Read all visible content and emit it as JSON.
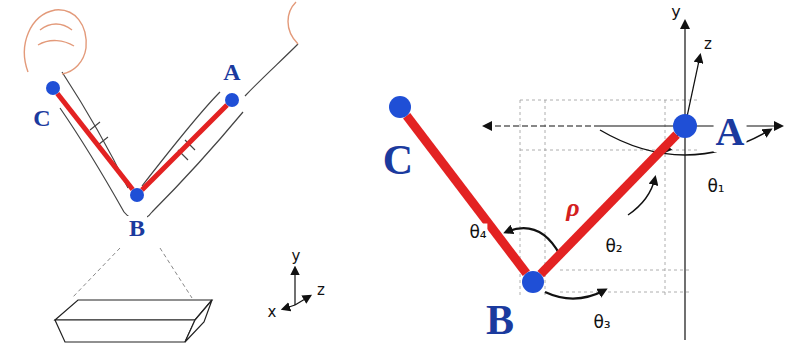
{
  "diagram": {
    "nodes": [
      {
        "text": [
          "C"
        ]
      },
      {
        "text": [
          "A"
        ]
      },
      {
        "text": [
          "B"
        ]
      },
      {
        "text": [
          "C"
        ]
      },
      {
        "text": [
          "A"
        ]
      },
      {
        "text": [
          "B"
        ]
      }
    ],
    "edges": [
      {
        "from": 0,
        "to": 2,
        "arrow": "none"
      },
      {
        "from": 2,
        "to": 1,
        "arrow": "none"
      },
      {
        "from": 3,
        "to": 5,
        "arrow": "none"
      },
      {
        "from": 5,
        "to": 4,
        "arrow": "none"
      }
    ],
    "labels": [
      "y",
      "z",
      "θ₁",
      "ρ",
      "θ₂",
      "θ₄",
      "θ₃",
      "y",
      "z",
      "x"
    ]
  }
}
